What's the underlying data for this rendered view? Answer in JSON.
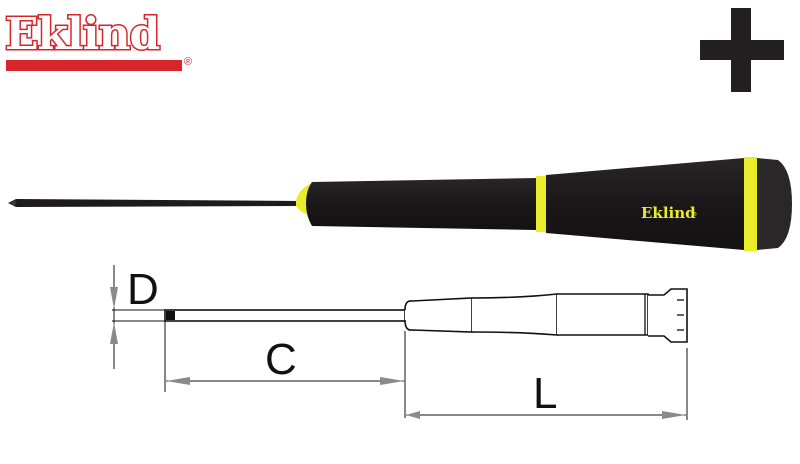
{
  "brand": {
    "name": "Eklind",
    "registered_mark": "®",
    "color": "#d6262b"
  },
  "tip_type_icon": "phillips-plus-icon",
  "product_photo": {
    "description": "precision phillips screwdriver",
    "handle_brand_text": "Eklind",
    "handle_color": "#1e1a1b",
    "accent_color": "#e8ec2a"
  },
  "dimension_drawing": {
    "labels": {
      "diameter": "D",
      "blade_length": "C",
      "overall_length": "L"
    },
    "line_color": "#111111",
    "arrow_color": "#8a8a8a"
  }
}
